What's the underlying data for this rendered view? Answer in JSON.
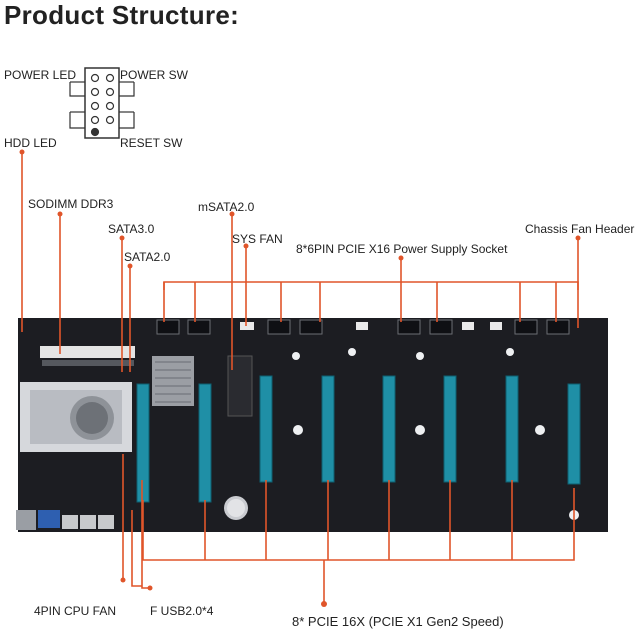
{
  "title": "Product Structure:",
  "labels": {
    "power_led": "POWER LED",
    "power_sw": "POWER SW",
    "hdd_led": "HDD  LED",
    "reset_sw": "RESET SW",
    "sodimm": "SODIMM DDR3",
    "msata": "mSATA2.0",
    "sata3": "SATA3.0",
    "sys_fan": "SYS FAN",
    "chassis_fan": "Chassis Fan Header",
    "sata2": "SATA2.0",
    "pcie_power": "8*6PIN PCIE X16 Power Supply Socket",
    "cpu_fan": "4PIN CPU FAN",
    "usb": "F USB2.0*4",
    "pcie_slots": "8* PCIE 16X (PCIE X1 Gen2 Speed)"
  },
  "colors": {
    "leader": "#e0552a",
    "board": "#1c1d22",
    "slot": "#1f8fa6"
  }
}
